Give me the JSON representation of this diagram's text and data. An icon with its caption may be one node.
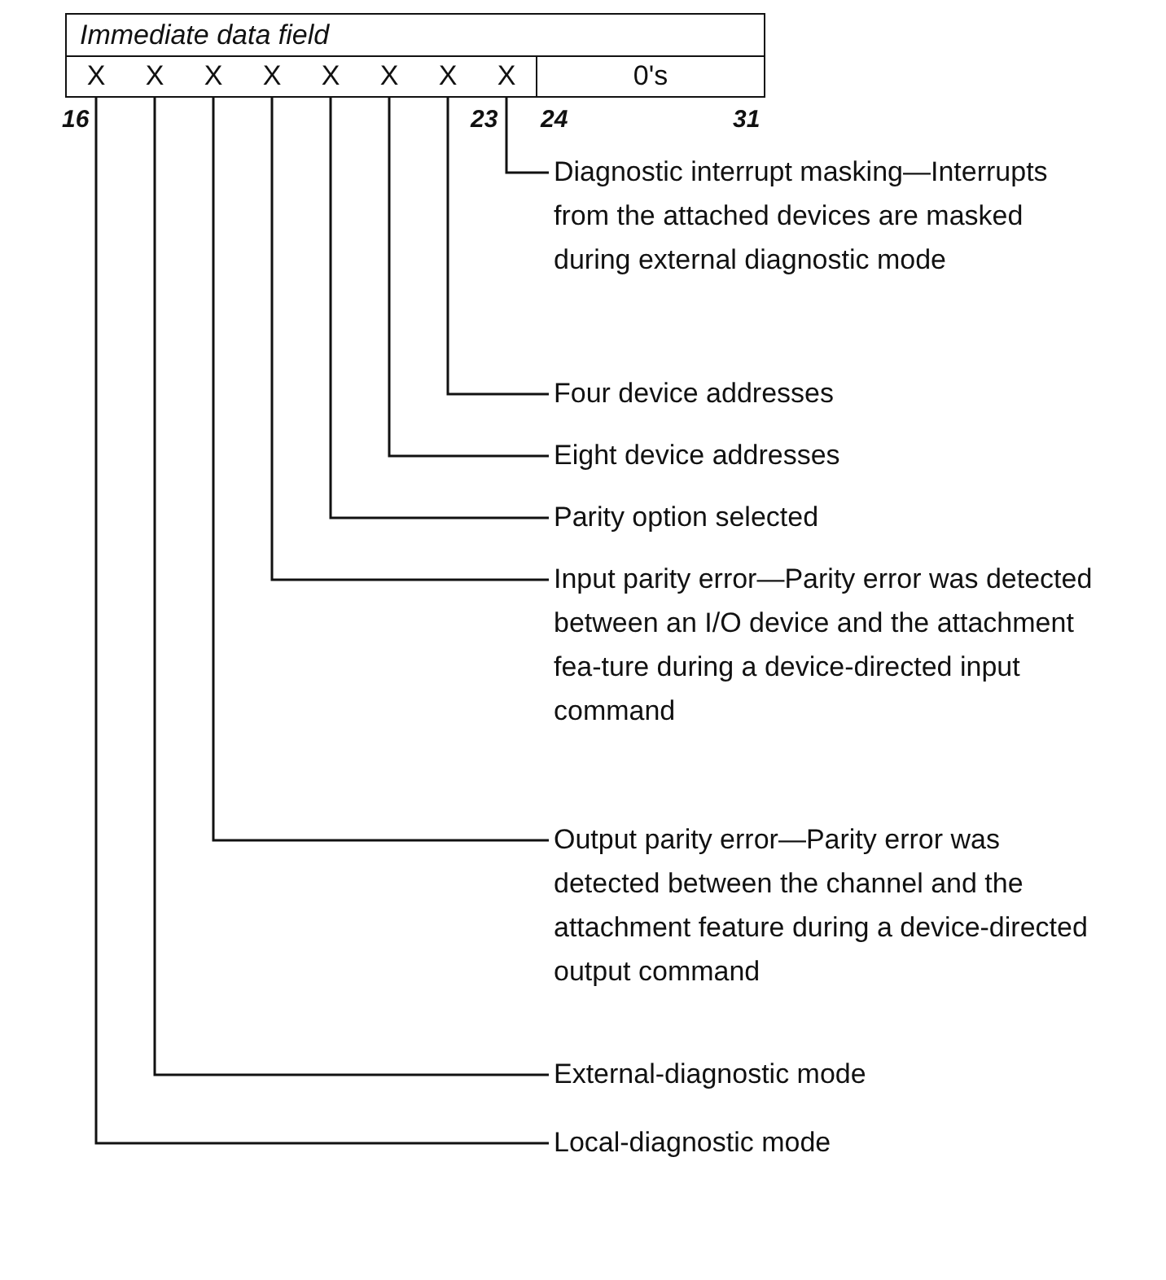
{
  "diagram": {
    "nodes": [
      {
        "text": [
          "Immediate data field"
        ]
      },
      {
        "text": [
          "X"
        ]
      },
      {
        "text": [
          "X"
        ]
      },
      {
        "text": [
          "X"
        ]
      },
      {
        "text": [
          "X"
        ]
      },
      {
        "text": [
          "X"
        ]
      },
      {
        "text": [
          "X"
        ]
      },
      {
        "text": [
          "X"
        ]
      },
      {
        "text": [
          "X"
        ]
      },
      {
        "text": [
          "0's"
        ]
      },
      {
        "text": [
          "Diagnostic interrupt masking—Interrupts from the attached devices are masked during external diagnostic mode"
        ]
      },
      {
        "text": [
          "Four device addresses"
        ]
      },
      {
        "text": [
          "Eight device addresses"
        ]
      },
      {
        "text": [
          "Parity option selected"
        ]
      },
      {
        "text": [
          "Input parity error—Parity error was detected between an I/O device and the attachment fea-ture during a device-directed input command"
        ]
      },
      {
        "text": [
          "Output parity error—Parity error was detected between the channel and the attachment feature during a device-directed output command"
        ]
      },
      {
        "text": [
          "External-diagnostic mode"
        ]
      },
      {
        "text": [
          "Local-diagnostic mode"
        ]
      }
    ],
    "edges": [
      {
        "from": 10,
        "to": 8,
        "arrow": "none"
      },
      {
        "from": 11,
        "to": 7,
        "arrow": "none"
      },
      {
        "from": 12,
        "to": 6,
        "arrow": "none"
      },
      {
        "from": 13,
        "to": 5,
        "arrow": "none"
      },
      {
        "from": 14,
        "to": 4,
        "arrow": "none"
      },
      {
        "from": 15,
        "to": 3,
        "arrow": "none"
      },
      {
        "from": 16,
        "to": 2,
        "arrow": "none"
      },
      {
        "from": 17,
        "to": 1,
        "arrow": "none"
      }
    ],
    "labels": [
      "16",
      "23",
      "24",
      "31"
    ]
  }
}
